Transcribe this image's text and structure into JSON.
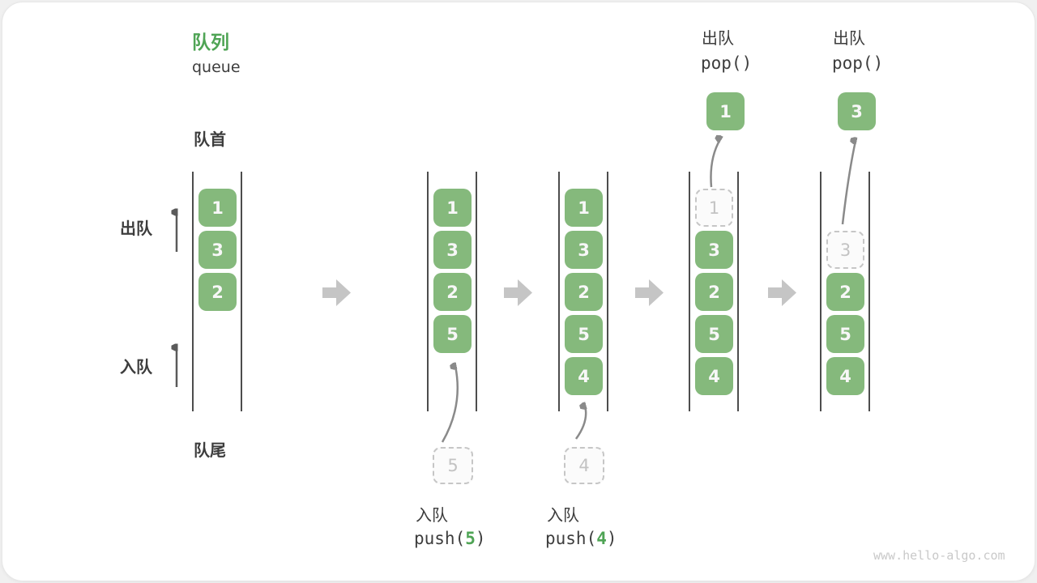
{
  "title": {
    "zh": "队列",
    "en": "queue"
  },
  "markers": {
    "front": "队首",
    "rear": "队尾"
  },
  "side": {
    "dequeue": "出队",
    "enqueue": "入队"
  },
  "watermark": "www.hello-algo.com",
  "colors": {
    "accent_green": "#4fa455",
    "box_green": "#85b97c",
    "ghost_gray": "#c6c6c6",
    "line_dark": "#4d4d4d",
    "flow_arrow_gray": "#c5c5c5"
  },
  "columns": [
    {
      "name": "state-initial",
      "boxes": [
        {
          "value": "1",
          "slot": 0,
          "style": "solid"
        },
        {
          "value": "3",
          "slot": 1,
          "style": "solid"
        },
        {
          "value": "2",
          "slot": 2,
          "style": "solid"
        }
      ]
    },
    {
      "name": "state-after-push-5",
      "boxes": [
        {
          "value": "1",
          "slot": 0,
          "style": "solid"
        },
        {
          "value": "3",
          "slot": 1,
          "style": "solid"
        },
        {
          "value": "2",
          "slot": 2,
          "style": "solid"
        },
        {
          "value": "5",
          "slot": 3,
          "style": "solid"
        }
      ],
      "pending": {
        "value": "5"
      },
      "caption": {
        "op": "入队",
        "fn": "push(",
        "arg": "5",
        "close": ")"
      }
    },
    {
      "name": "state-after-push-4",
      "boxes": [
        {
          "value": "1",
          "slot": 0,
          "style": "solid"
        },
        {
          "value": "3",
          "slot": 1,
          "style": "solid"
        },
        {
          "value": "2",
          "slot": 2,
          "style": "solid"
        },
        {
          "value": "5",
          "slot": 3,
          "style": "solid"
        },
        {
          "value": "4",
          "slot": 4,
          "style": "solid"
        }
      ],
      "pending": {
        "value": "4"
      },
      "caption": {
        "op": "入队",
        "fn": "push(",
        "arg": "4",
        "close": ")"
      }
    },
    {
      "name": "state-after-pop-1",
      "boxes": [
        {
          "value": "1",
          "slot": 0,
          "style": "ghost"
        },
        {
          "value": "3",
          "slot": 1,
          "style": "solid"
        },
        {
          "value": "2",
          "slot": 2,
          "style": "solid"
        },
        {
          "value": "5",
          "slot": 3,
          "style": "solid"
        },
        {
          "value": "4",
          "slot": 4,
          "style": "solid"
        }
      ],
      "popped": {
        "value": "1"
      },
      "header": {
        "op": "出队",
        "code": "pop()"
      }
    },
    {
      "name": "state-after-pop-3",
      "boxes": [
        {
          "value": "3",
          "slot": 1,
          "style": "ghost"
        },
        {
          "value": "2",
          "slot": 2,
          "style": "solid"
        },
        {
          "value": "5",
          "slot": 3,
          "style": "solid"
        },
        {
          "value": "4",
          "slot": 4,
          "style": "solid"
        }
      ],
      "popped": {
        "value": "3"
      },
      "header": {
        "op": "出队",
        "code": "pop()"
      }
    }
  ]
}
